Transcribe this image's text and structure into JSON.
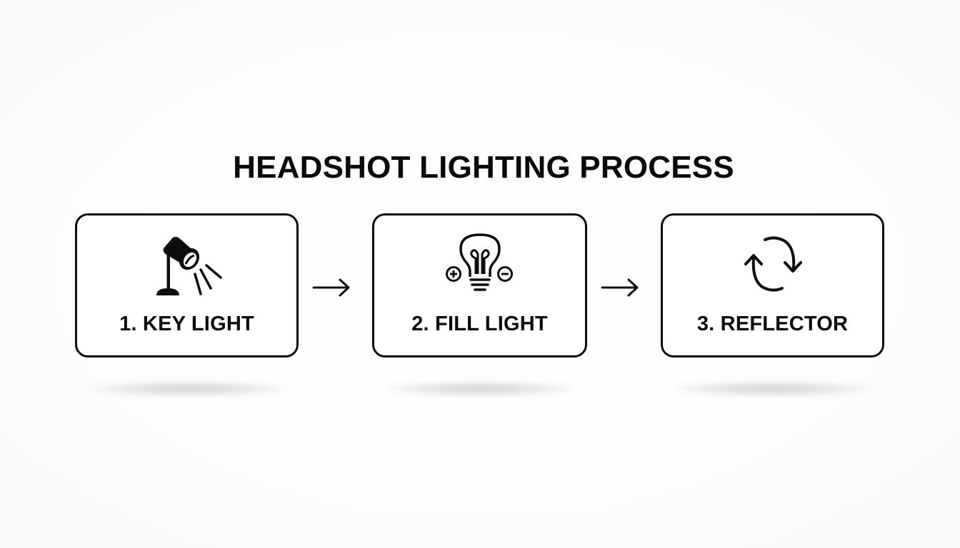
{
  "title": "HEADSHOT LIGHTING PROCESS",
  "colors": {
    "stroke": "#0d0d0d",
    "background": "#ffffff",
    "shadow": "#c8c9cc"
  },
  "steps": [
    {
      "number": 1,
      "label": "1. KEY LIGHT",
      "icon": "desk-lamp-icon"
    },
    {
      "number": 2,
      "label": "2. FILL LIGHT",
      "icon": "light-bulb-plus-minus-icon"
    },
    {
      "number": 3,
      "label": "3. REFLECTOR",
      "icon": "refresh-cycle-icon"
    }
  ],
  "connectors": [
    {
      "from": 1,
      "to": 2,
      "icon": "arrow-right-icon"
    },
    {
      "from": 2,
      "to": 3,
      "icon": "arrow-right-icon"
    }
  ]
}
